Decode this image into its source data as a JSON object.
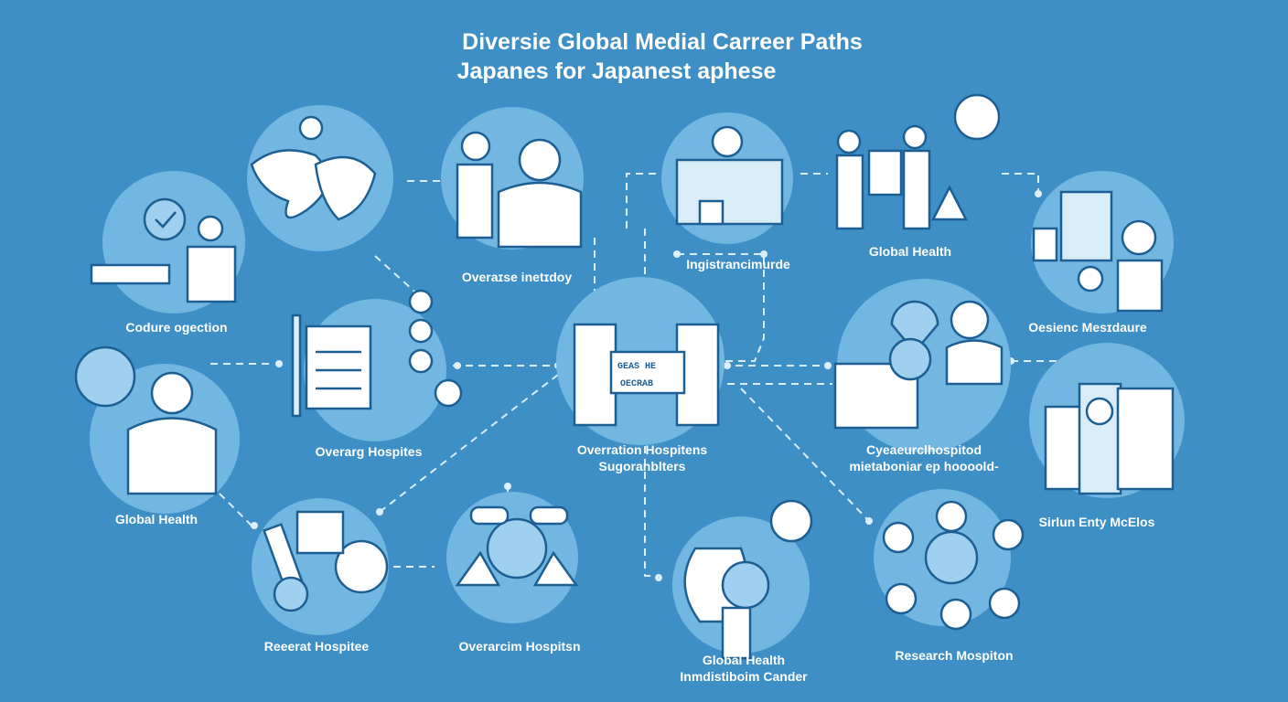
{
  "title": {
    "line1": "Diversie Global Medial Carreer Paths",
    "line2": "Japanes for Japanest aphese"
  },
  "colors": {
    "background": "#3d8fc6",
    "circle": "#72b6e2",
    "line": "#dbeefa",
    "icon_fill": "#ffffff",
    "icon_stroke": "#1d5f93"
  },
  "nodes": [
    {
      "label": "Codure ogection",
      "icon": "doctor-checkmark-icon"
    },
    {
      "label": "",
      "icon": "world-map-icon"
    },
    {
      "label": "Overaɪse inetɪdoy",
      "icon": "doctors-icon"
    },
    {
      "label": "Ingistrancimurde",
      "icon": "lab-bench-icon"
    },
    {
      "label": "Global Health",
      "icon": "doctors-clipboard-icon"
    },
    {
      "label": "Oesienc Mesɪdaure",
      "icon": "nurse-kiosk-icon"
    },
    {
      "label": "Overarg Hospites",
      "icon": "checklist-icon"
    },
    {
      "label": "Overration Hospitens",
      "label2": "Sugoranblters",
      "icon": "hospital-building-icon",
      "sign1": "GEAS HE",
      "sign2": "OECRAB"
    },
    {
      "label": "Cyeaeurclhospitod",
      "label2": "mietaboniar ep hoooold-",
      "icon": "id-card-icon"
    },
    {
      "label": "Global Health",
      "icon": "doctor-icon"
    },
    {
      "label": "Sirlun Enty McElos",
      "icon": "records-icon"
    },
    {
      "label": "Reeerat Hospitee",
      "icon": "research-flask-icon"
    },
    {
      "label": "Overarcim Hospitsn",
      "icon": "globe-hands-icon"
    },
    {
      "label": "Global Health",
      "label2": "Inmdistiboim Cander",
      "icon": "magnifier-vase-icon"
    },
    {
      "label": "Research Mospiton",
      "icon": "network-people-icon"
    }
  ]
}
